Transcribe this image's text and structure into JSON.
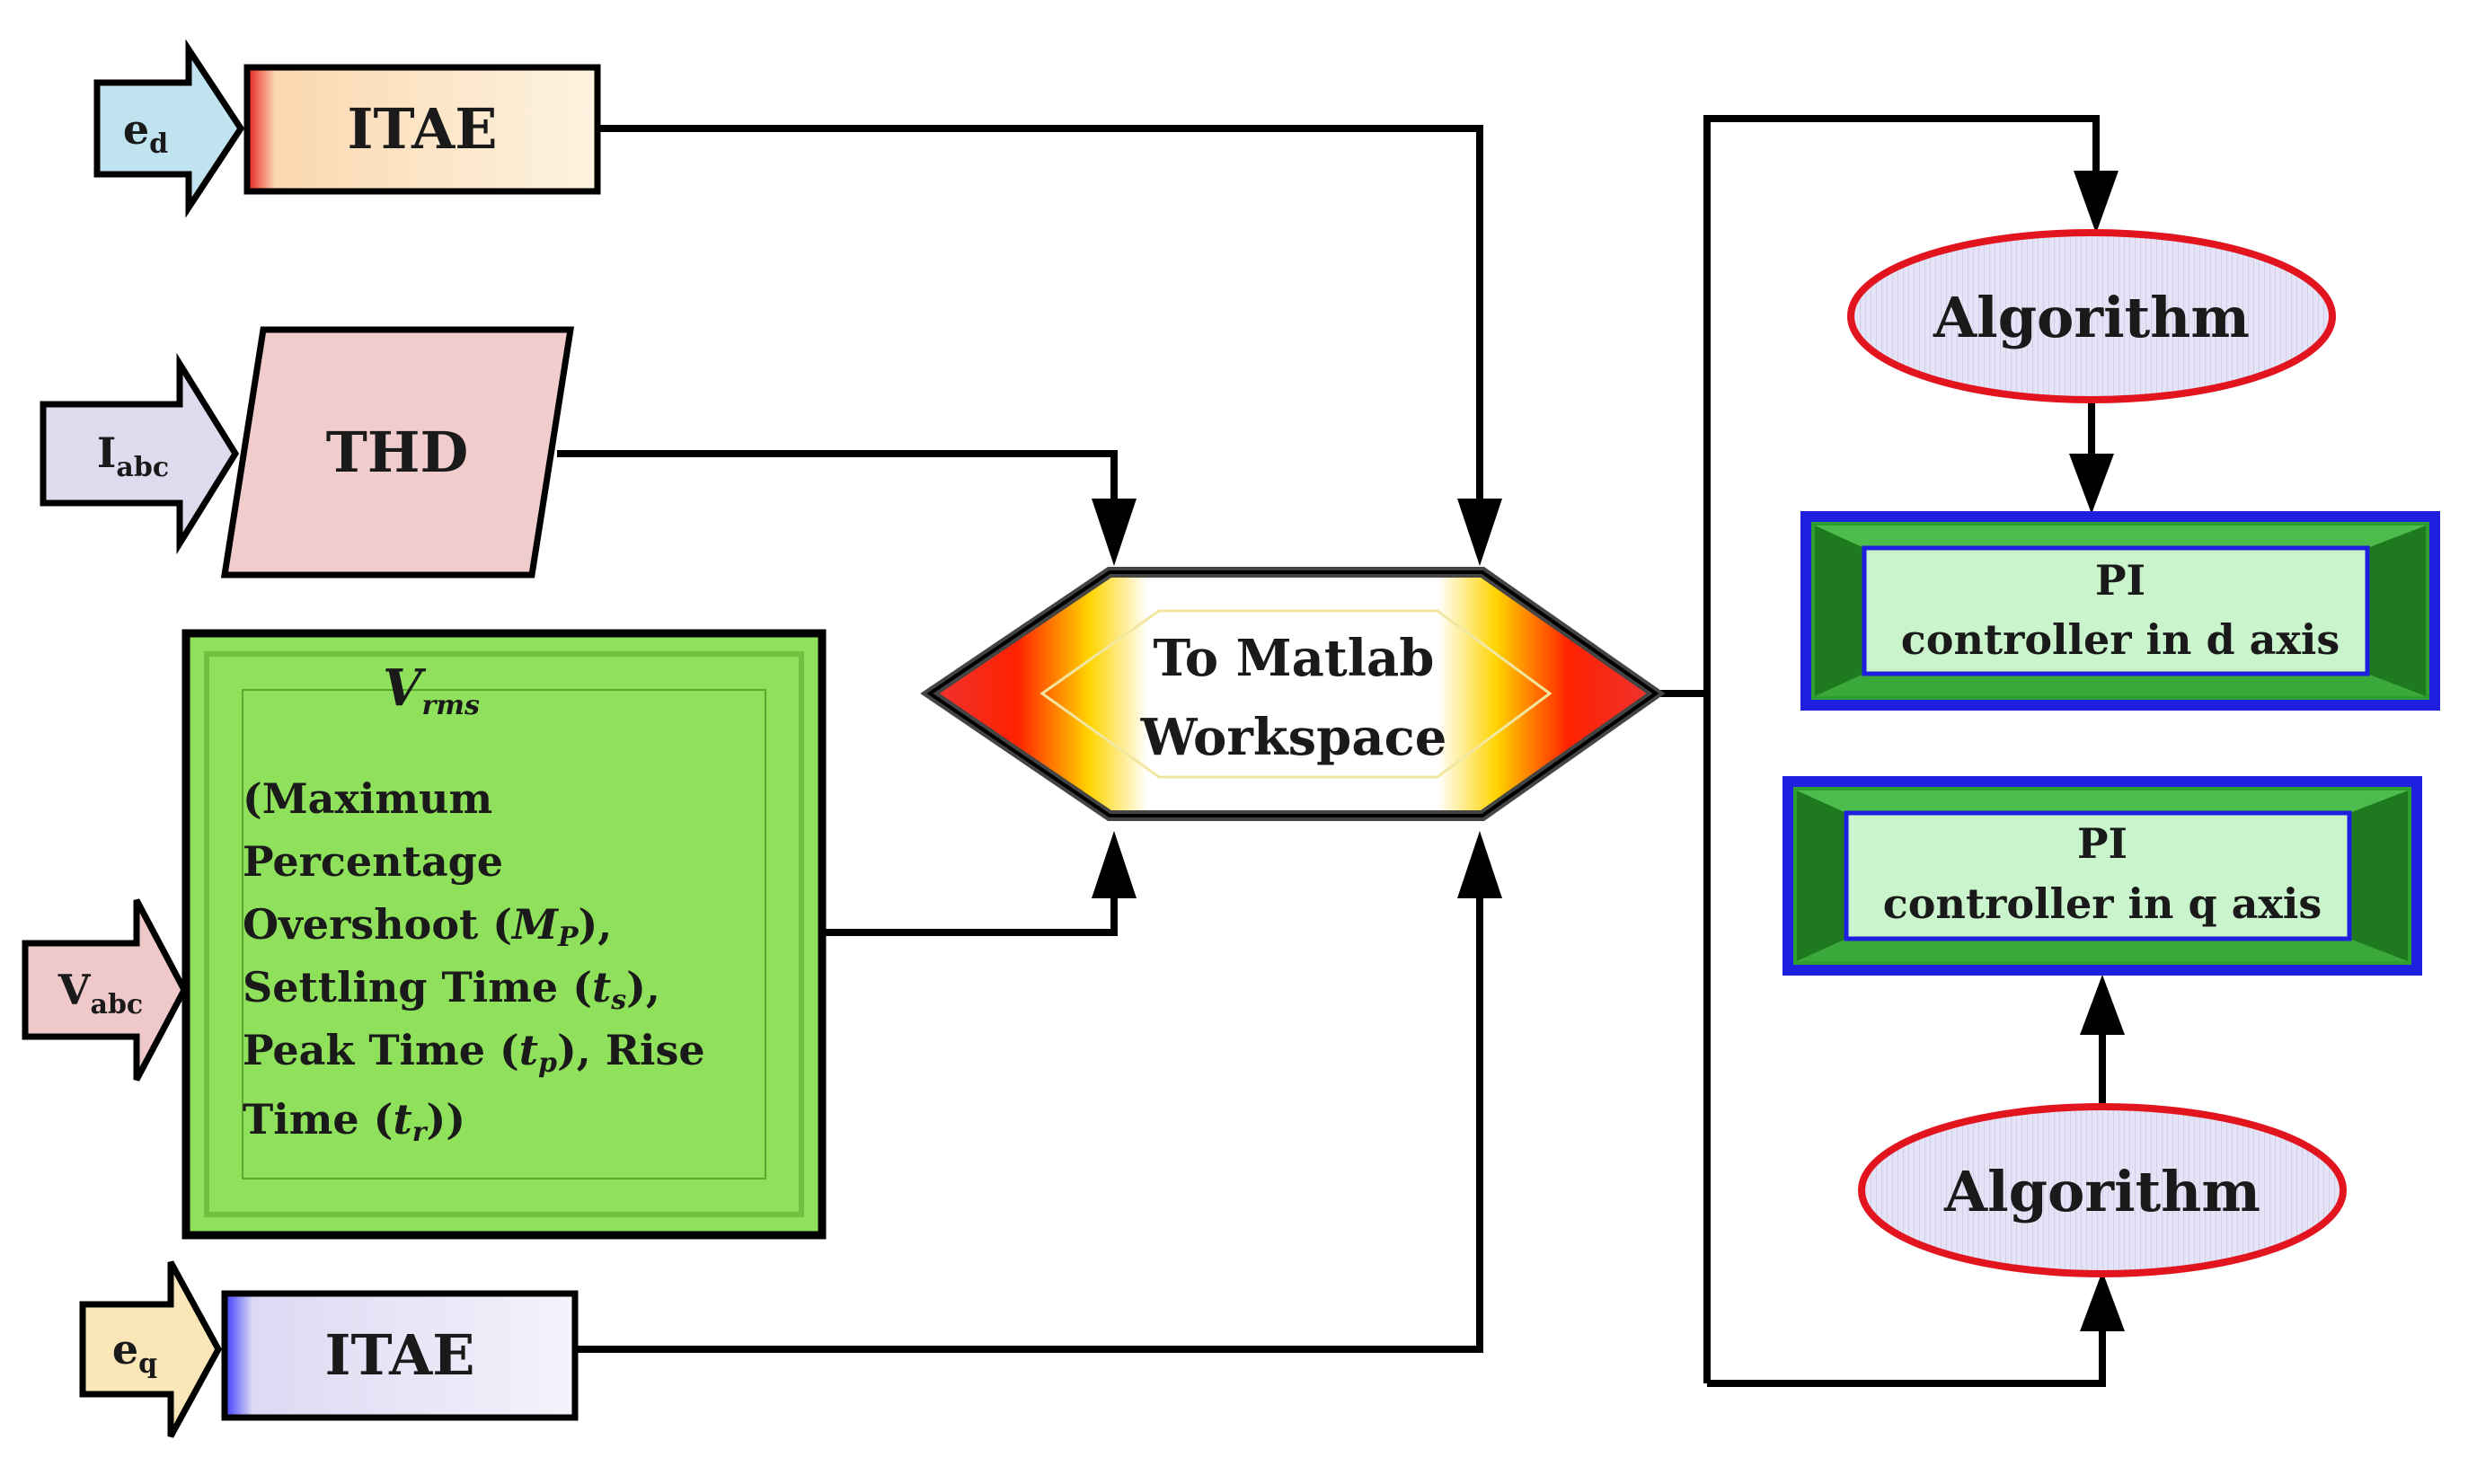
{
  "inputs": {
    "ed": {
      "main": "e",
      "sub": "d"
    },
    "iabc": {
      "main": "I",
      "sub": "abc"
    },
    "vabc": {
      "main": "V",
      "sub": "abc"
    },
    "eq": {
      "main": "e",
      "sub": "q"
    }
  },
  "blocks": {
    "itae_d": "ITAE",
    "thd": "THD",
    "itae_q": "ITAE",
    "vrms": {
      "title_main": "V",
      "title_sub": "rms",
      "lines": [
        {
          "text": "(Maximum"
        },
        {
          "text": "Percentage"
        },
        {
          "pre": "Overshoot (",
          "var": "M",
          "sub": "P",
          "post": "),"
        },
        {
          "pre": "Settling Time (",
          "var": "t",
          "sub": "s",
          "post": "),"
        },
        {
          "pre": "Peak Time (",
          "var": "t",
          "sub": "p",
          "post": "), Rise"
        },
        {
          "pre": "Time (",
          "var": "t",
          "sub": "r",
          "post": "))"
        }
      ]
    },
    "workspace": {
      "line1": "To Matlab",
      "line2": "Workspace"
    },
    "algorithm_d": "Algorithm",
    "algorithm_q": "Algorithm",
    "pi_d": {
      "line1": "PI",
      "line2": "controller in d axis"
    },
    "pi_q": {
      "line1": "PI",
      "line2": "controller in q axis"
    }
  },
  "colors": {
    "input_ed": "#bfe3ef",
    "input_iabc": "#dedbef",
    "input_vabc": "#efc9c9",
    "input_eq": "#fbe6b8",
    "itae_d_fill": "#fdf0d8",
    "itae_d_accent": "#e82020",
    "thd_fill": "#f0cccc",
    "vrms_fill": "#8fe05a",
    "itae_q_fill": "#eeeaf6",
    "itae_q_accent": "#3b3bff",
    "algorithm_fill": "#e2e2f5",
    "algorithm_border": "#e2141e",
    "pi_inner": "#c9f4cc",
    "pi_bevel": "#2e9e2e",
    "pi_border": "#1f1fe0"
  }
}
